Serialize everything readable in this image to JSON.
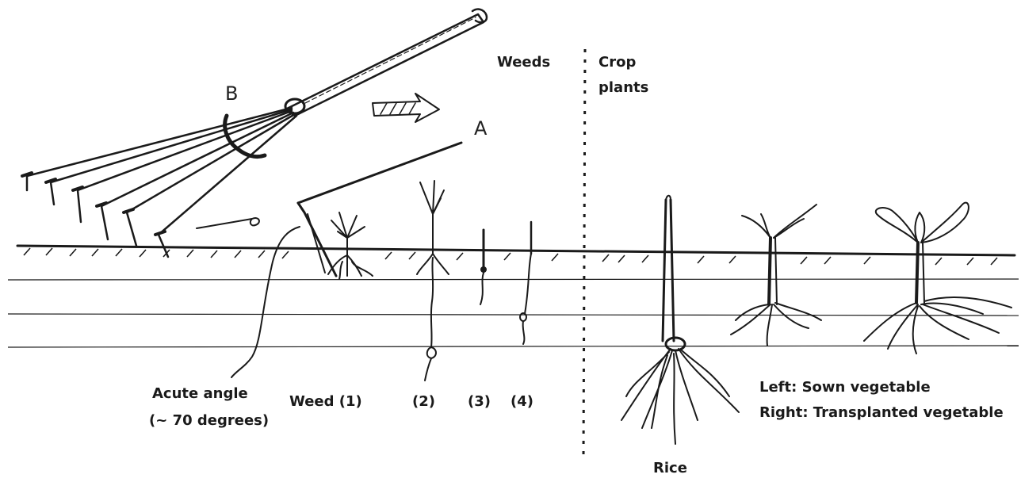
{
  "labels": {
    "weeds": "Weeds",
    "crop_plants_line1": "Crop",
    "crop_plants_line2": "plants",
    "acute_angle_line1": "Acute angle",
    "acute_angle_line2": "(~ 70 degrees)",
    "weed1": "Weed (1)",
    "weed2": "(2)",
    "weed3": "(3)",
    "weed4": "(4)",
    "rice": "Rice",
    "vegetable_left": "Left: Sown vegetable",
    "vegetable_right": "Right: Transplanted vegetable",
    "tool_b": "B",
    "tool_a": "A"
  },
  "colors": {
    "ink": "#1a1a1a",
    "background": "#ffffff"
  }
}
